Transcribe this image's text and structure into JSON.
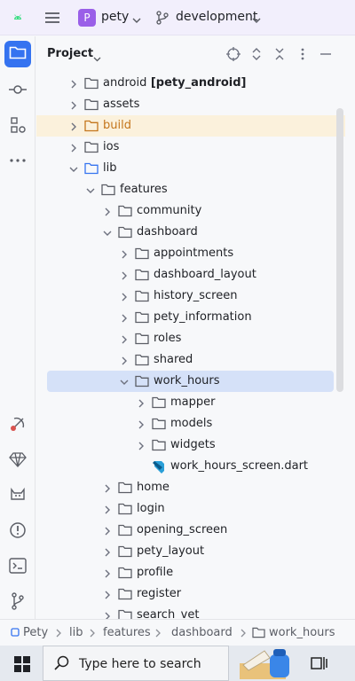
{
  "titlebar": {
    "project_badge": "P",
    "project_name": "pety",
    "branch_name": "development"
  },
  "panel": {
    "title": "Project"
  },
  "tree": [
    {
      "label": "android",
      "bold_suffix": "[pety_android]",
      "depth": 2,
      "arrow": "right",
      "icon": "folder"
    },
    {
      "label": "assets",
      "depth": 2,
      "arrow": "right",
      "icon": "folder"
    },
    {
      "label": "build",
      "depth": 2,
      "arrow": "right",
      "icon": "folder-excluded"
    },
    {
      "label": "ios",
      "depth": 2,
      "arrow": "right",
      "icon": "folder"
    },
    {
      "label": "lib",
      "depth": 2,
      "arrow": "down",
      "icon": "folder-source"
    },
    {
      "label": "features",
      "depth": 3,
      "arrow": "down",
      "icon": "folder"
    },
    {
      "label": "community",
      "depth": 4,
      "arrow": "right",
      "icon": "folder"
    },
    {
      "label": "dashboard",
      "depth": 4,
      "arrow": "down",
      "icon": "folder"
    },
    {
      "label": "appointments",
      "depth": 5,
      "arrow": "right",
      "icon": "folder"
    },
    {
      "label": "dashboard_layout",
      "depth": 5,
      "arrow": "right",
      "icon": "folder"
    },
    {
      "label": "history_screen",
      "depth": 5,
      "arrow": "right",
      "icon": "folder"
    },
    {
      "label": "pety_information",
      "depth": 5,
      "arrow": "right",
      "icon": "folder"
    },
    {
      "label": "roles",
      "depth": 5,
      "arrow": "right",
      "icon": "folder"
    },
    {
      "label": "shared",
      "depth": 5,
      "arrow": "right",
      "icon": "folder"
    },
    {
      "label": "work_hours",
      "depth": 5,
      "arrow": "down",
      "icon": "folder",
      "selected": true
    },
    {
      "label": "mapper",
      "depth": 6,
      "arrow": "right",
      "icon": "folder"
    },
    {
      "label": "models",
      "depth": 6,
      "arrow": "right",
      "icon": "folder"
    },
    {
      "label": "widgets",
      "depth": 6,
      "arrow": "right",
      "icon": "folder"
    },
    {
      "label": "work_hours_screen.dart",
      "depth": 6,
      "arrow": "none",
      "icon": "dart"
    },
    {
      "label": "home",
      "depth": 4,
      "arrow": "right",
      "icon": "folder"
    },
    {
      "label": "login",
      "depth": 4,
      "arrow": "right",
      "icon": "folder"
    },
    {
      "label": "opening_screen",
      "depth": 4,
      "arrow": "right",
      "icon": "folder"
    },
    {
      "label": "pety_layout",
      "depth": 4,
      "arrow": "right",
      "icon": "folder"
    },
    {
      "label": "profile",
      "depth": 4,
      "arrow": "right",
      "icon": "folder"
    },
    {
      "label": "register",
      "depth": 4,
      "arrow": "right",
      "icon": "folder"
    },
    {
      "label": "search_vet",
      "depth": 4,
      "arrow": "right",
      "icon": "folder"
    }
  ],
  "breadcrumb": [
    "Pety",
    "lib",
    "features",
    "dashboard",
    "work_hours"
  ],
  "taskbar": {
    "search_placeholder": "Type here to search"
  },
  "colors": {
    "accent": "#3573f0",
    "badge": "#9a5fe8",
    "selection": "#d5e1f8",
    "build_highlight": "#fbf1dc"
  }
}
